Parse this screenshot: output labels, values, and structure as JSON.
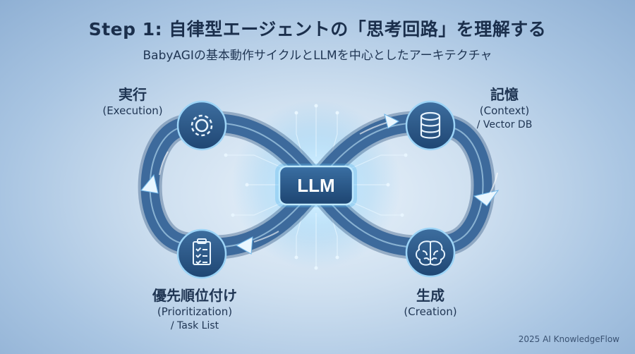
{
  "title": "Step 1: 自律型エージェントの「思考回路」を理解する",
  "subtitle": "BabyAGIの基本動作サイクルとLLMを中心としたアーキテクチャ",
  "center": {
    "label": "LLM"
  },
  "nodes": {
    "execution": {
      "jp": "実行",
      "en": "(Execution)",
      "icon": "gear-icon"
    },
    "memory": {
      "jp": "記憶",
      "en": "(Context)",
      "sub": "/ Vector DB",
      "icon": "database-icon"
    },
    "prioritization": {
      "jp": "優先順位付け",
      "en": "(Prioritization)",
      "sub": "/ Task List",
      "icon": "clipboard-checklist-icon"
    },
    "creation": {
      "jp": "生成",
      "en": "(Creation)",
      "icon": "brain-icon"
    }
  },
  "footer": "2025 AI KnowledgeFlow",
  "colors": {
    "loop": "#3d6a9c",
    "node": "#2e5a8a",
    "glow": "#7fd0ff",
    "text": "#1f3553"
  }
}
